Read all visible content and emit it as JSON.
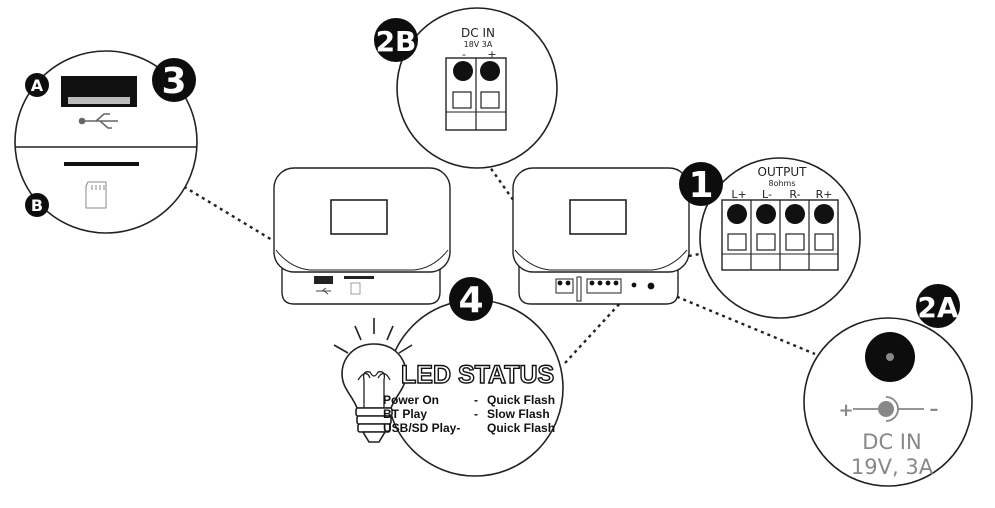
{
  "badges": {
    "b1": "1",
    "b2a": "2A",
    "b2b": "2B",
    "b3": "3",
    "b4": "4",
    "ba": "A",
    "bb": "B"
  },
  "output_panel": {
    "title": "OUTPUT",
    "impedance": "8ohms",
    "terminals": [
      "L+",
      "L-",
      "R-",
      "R+"
    ]
  },
  "dc_panel_2b": {
    "title": "DC IN",
    "rating": "18V 3A",
    "polarity": [
      "-",
      "+"
    ]
  },
  "dc_panel_2a": {
    "plus": "+",
    "minus": "–",
    "title": "DC IN",
    "rating": "19V, 3A"
  },
  "led_panel": {
    "title": "LED STATUS",
    "rows": [
      {
        "mode": "Power On",
        "sep": "-",
        "pattern": "Quick Flash"
      },
      {
        "mode": "BT Play",
        "sep": "-",
        "pattern": "Slow Flash"
      },
      {
        "mode": "USB/SD Play-",
        "sep": "",
        "pattern": "Quick Flash"
      }
    ]
  },
  "colors": {
    "ink": "#111111",
    "line": "#222222",
    "badge": "#0d0d0d",
    "badge_text": "#ffffff",
    "usb_slot": "#bdbdbd"
  },
  "icons": [
    "usb-icon",
    "sd-card-icon",
    "lightbulb-icon",
    "dc-polarity-icon"
  ]
}
